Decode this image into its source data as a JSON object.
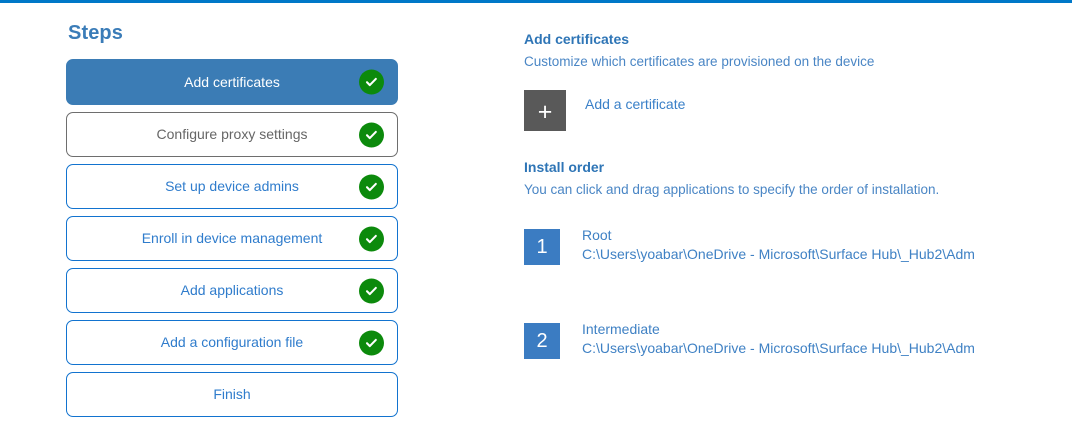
{
  "accent_color": "#0078c8",
  "steps_panel": {
    "title": "Steps",
    "items": [
      {
        "label": "Add certificates",
        "state": "selected",
        "completed": true
      },
      {
        "label": "Configure proxy settings",
        "state": "muted",
        "completed": true
      },
      {
        "label": "Set up device admins",
        "state": "default",
        "completed": true
      },
      {
        "label": "Enroll in device management",
        "state": "default",
        "completed": true
      },
      {
        "label": "Add applications",
        "state": "default",
        "completed": true
      },
      {
        "label": "Add a configuration file",
        "state": "default",
        "completed": true
      },
      {
        "label": "Finish",
        "state": "default",
        "completed": false
      }
    ],
    "check_icon": "check-circle-icon"
  },
  "detail": {
    "certificates": {
      "heading": "Add certificates",
      "description": "Customize which certificates are provisioned on the device",
      "add_button_label": "Add a certificate",
      "add_button_icon": "plus-icon"
    },
    "install_order": {
      "heading": "Install order",
      "description": "You can click and drag applications to specify the order of installation.",
      "items": [
        {
          "number": "1",
          "name": "Root",
          "path": "C:\\Users\\yoabar\\OneDrive - Microsoft\\Surface Hub\\_Hub2\\Adm"
        },
        {
          "number": "2",
          "name": "Intermediate",
          "path": "C:\\Users\\yoabar\\OneDrive - Microsoft\\Surface Hub\\_Hub2\\Adm"
        }
      ]
    }
  }
}
